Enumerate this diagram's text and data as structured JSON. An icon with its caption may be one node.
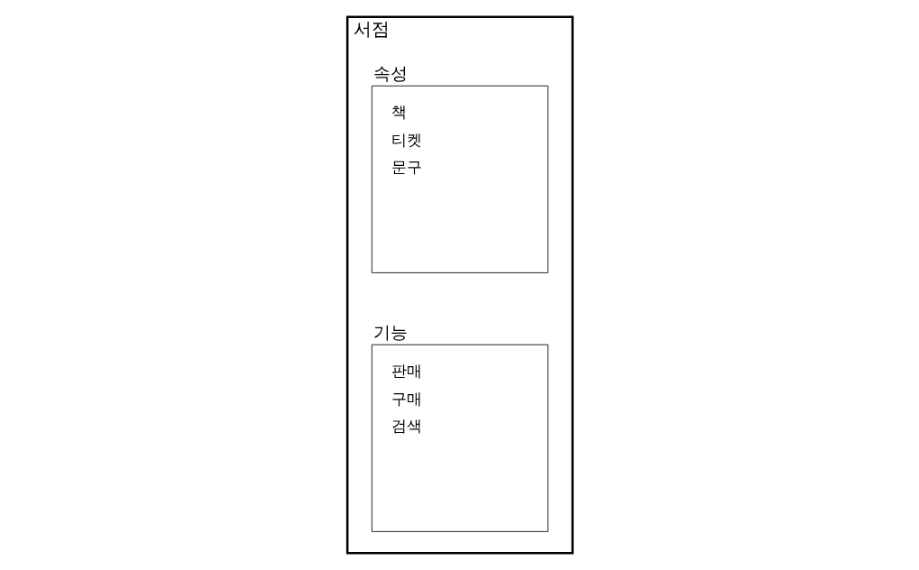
{
  "diagram": {
    "nodes": [
      {
        "text": [
          "서점"
        ]
      },
      {
        "text": [
          "속성",
          "책",
          "티켓",
          "문구"
        ],
        "in": 0
      },
      {
        "text": [
          "기능",
          "판매",
          "구매",
          "검색"
        ],
        "in": 0
      }
    ]
  }
}
